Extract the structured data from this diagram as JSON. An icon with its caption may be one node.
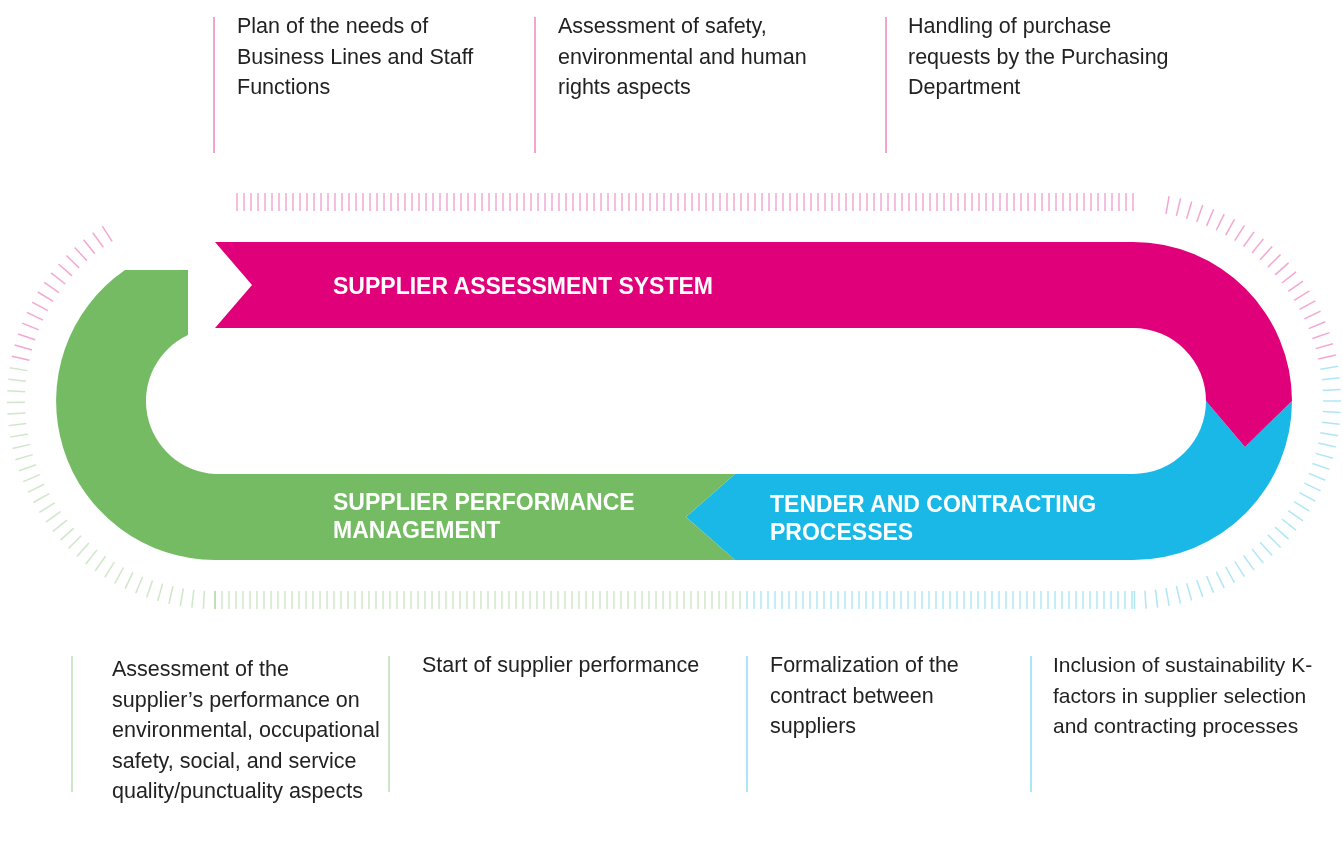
{
  "diagram": {
    "nodes": [
      {
        "text": [
          "SUPPLIER ASSESSMENT SYSTEM"
        ]
      },
      {
        "text": [
          "TENDER AND CONTRACTING PROCESSES"
        ]
      },
      {
        "text": [
          "SUPPLIER PERFORMANCE MANAGEMENT"
        ]
      }
    ],
    "labels": [
      "Plan of the needs of Business Lines and Staff Functions",
      "Assessment of safety, environmental and human rights aspects",
      "Handling of purchase requests by the Purchasing Department",
      "Assessment of the supplier’s performance on environmental, occupational safety, social, and service quality/punctuality aspects",
      "Start of supplier performance",
      "Formalization of the contract between suppliers",
      "Inclusion of sustainability K-factors in supplier selection and contracting processes"
    ]
  }
}
